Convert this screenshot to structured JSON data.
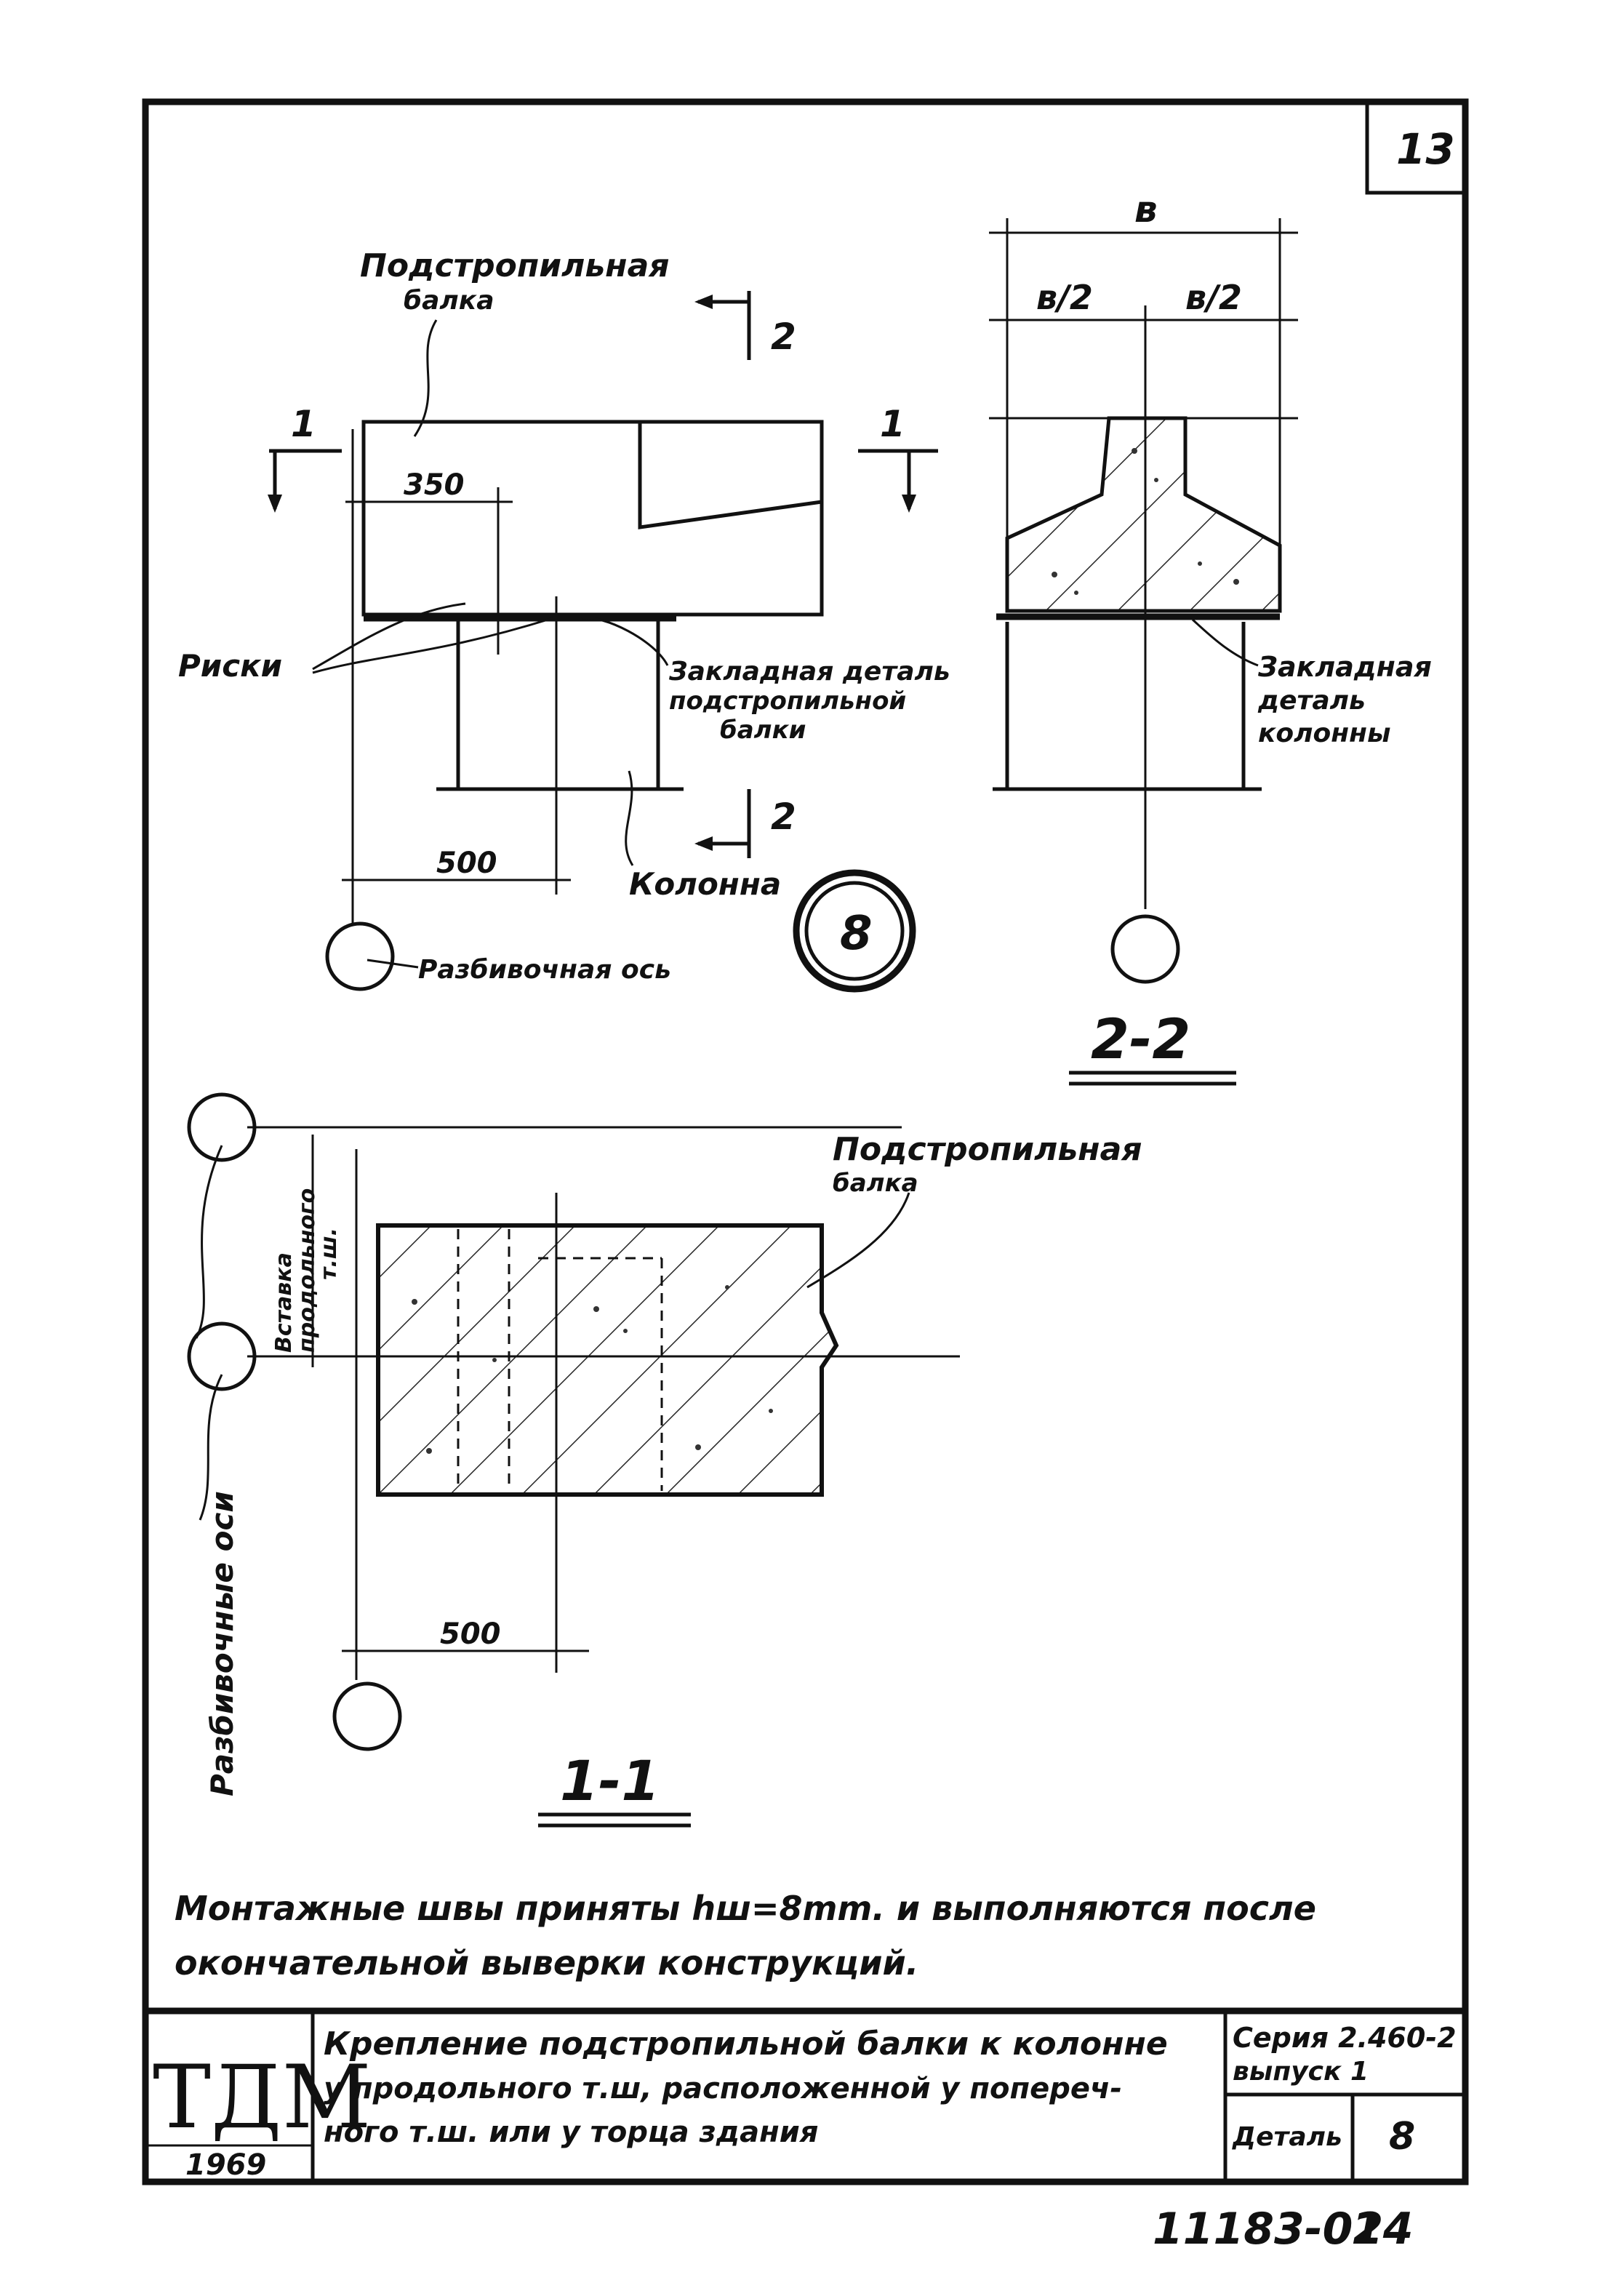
{
  "sheet": {
    "page_number": "13",
    "note_line1": "Монтажные швы приняты hш=8mm. и выполняются после",
    "note_line2": "окончательной выверки конструкций.",
    "bottom_code": "11183-02",
    "bottom_page": "14"
  },
  "title_block": {
    "logo": "ТДМ",
    "year": "1969",
    "title_line1": "Крепление подстропильной балки к колонне",
    "title_line2": "у продольного т.ш, расположенной у попереч-",
    "title_line3": "ного т.ш. или у торца здания",
    "series_line1": "Серия 2.460-2",
    "series_line2": "выпуск 1",
    "detail_label": "Деталь",
    "detail_number": "8"
  },
  "elevation": {
    "beam_label_line1": "Подстропильная",
    "beam_label_line2": "балка",
    "section_mark_left": "1",
    "section_mark_right": "1",
    "section_mark_top": "2",
    "section_mark_bottom": "2",
    "dim_350": "350",
    "dim_500": "500",
    "riski_label": "Риски",
    "embed_beam_line1": "Закладная деталь",
    "embed_beam_line2": "подстропильной",
    "embed_beam_line3": "балки",
    "column_label": "Колонна",
    "axis_label": "Разбивочная ось",
    "detail_circle": "8"
  },
  "section_2_2": {
    "dim_b": "в",
    "dim_b_half_left": "в/2",
    "dim_b_half_right": "в/2",
    "embed_col_line1": "Закладная",
    "embed_col_line2": "деталь",
    "embed_col_line3": "колонны",
    "section_title": "2-2"
  },
  "section_1_1": {
    "beam_label_line1": "Подстропильная",
    "beam_label_line2": "балка",
    "insert_line1": "Вставка",
    "insert_line2": "продольного",
    "insert_line3": "т.ш.",
    "axes_label": "Разбивочные оси",
    "dim_500": "500",
    "section_title": "1-1"
  }
}
